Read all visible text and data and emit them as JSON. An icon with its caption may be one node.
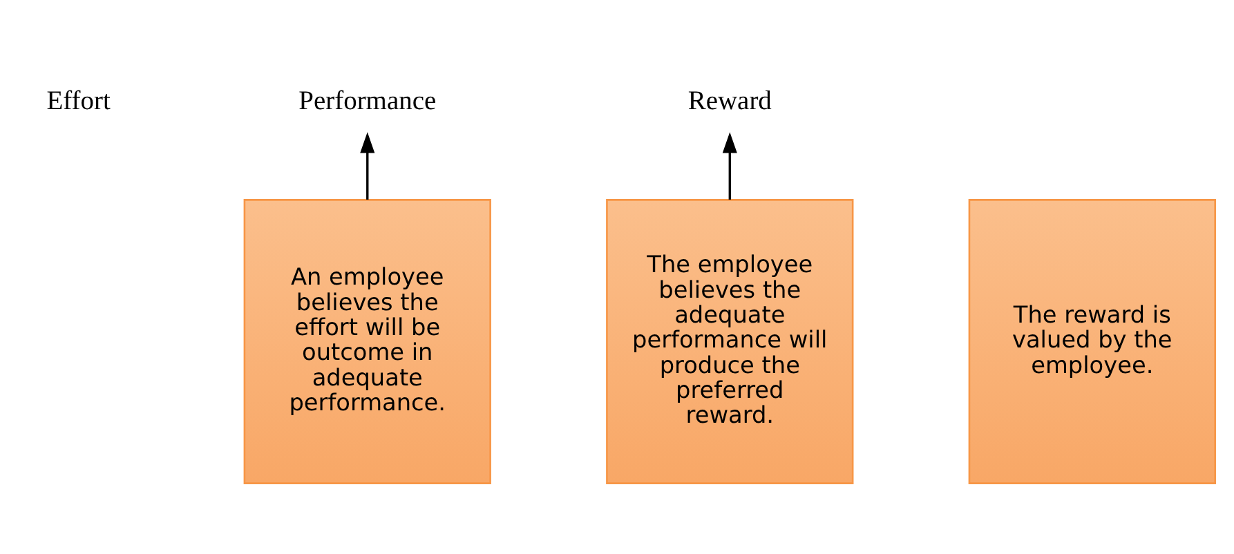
{
  "diagram": {
    "nodes": [
      {
        "text": [
          "Effort"
        ]
      },
      {
        "text": [
          "Performance"
        ]
      },
      {
        "text": [
          "Reward"
        ]
      },
      {
        "text": [
          "An employee believes the effort will be outcome in adequate performance."
        ]
      },
      {
        "text": [
          "The employee believes the adequate performance will produce the preferred reward."
        ]
      },
      {
        "text": [
          "The reward is valued by the employee."
        ]
      }
    ],
    "edges": [
      {
        "from": 3,
        "to": 1,
        "arrow": "to"
      },
      {
        "from": 4,
        "to": 2,
        "arrow": "to"
      }
    ]
  }
}
